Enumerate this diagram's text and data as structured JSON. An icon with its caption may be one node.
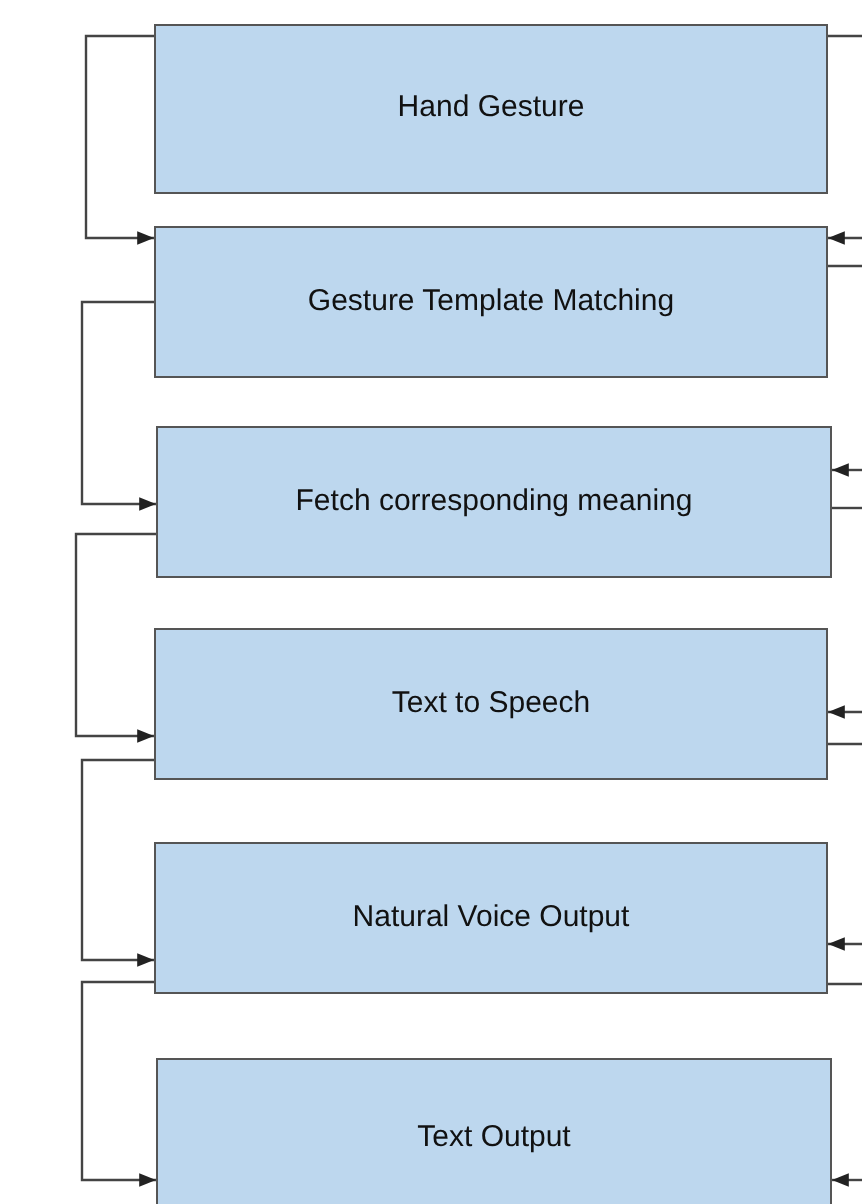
{
  "diagram": {
    "nodes": [
      {
        "text": [
          "Hand Gesture"
        ]
      },
      {
        "text": [
          "Gesture Template Matching"
        ]
      },
      {
        "text": [
          "Fetch corresponding meaning"
        ]
      },
      {
        "text": [
          "Text to Speech"
        ]
      },
      {
        "text": [
          "Natural Voice Output"
        ]
      },
      {
        "text": [
          "Text Output"
        ]
      }
    ],
    "edges": [
      {
        "from": 0,
        "to": 1,
        "arrow": "to"
      },
      {
        "from": 1,
        "to": 2,
        "arrow": "to"
      },
      {
        "from": 2,
        "to": 3,
        "arrow": "to"
      },
      {
        "from": 3,
        "to": 4,
        "arrow": "to"
      },
      {
        "from": 4,
        "to": 5,
        "arrow": "to"
      },
      {
        "from": 0,
        "to": null,
        "arrow": "none"
      },
      {
        "from": null,
        "to": 1,
        "arrow": "to"
      },
      {
        "from": 1,
        "to": null,
        "arrow": "none"
      },
      {
        "from": null,
        "to": 2,
        "arrow": "to"
      },
      {
        "from": 2,
        "to": null,
        "arrow": "none"
      },
      {
        "from": null,
        "to": 3,
        "arrow": "to"
      },
      {
        "from": 3,
        "to": null,
        "arrow": "none"
      },
      {
        "from": null,
        "to": 4,
        "arrow": "to"
      },
      {
        "from": 4,
        "to": null,
        "arrow": "none"
      },
      {
        "from": null,
        "to": 5,
        "arrow": "to"
      }
    ]
  }
}
